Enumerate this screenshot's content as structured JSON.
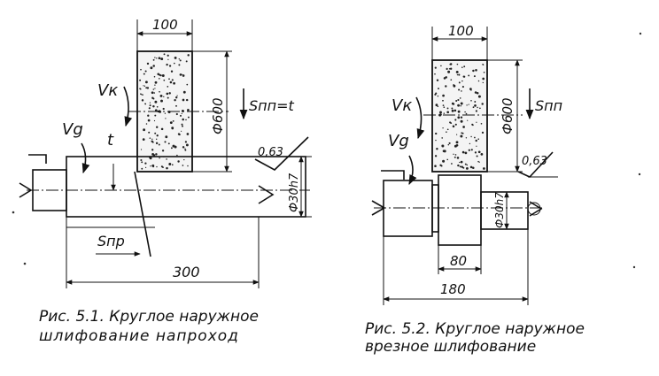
{
  "figure1": {
    "dim_width": "100",
    "dim_diameter": "Ф600",
    "speed_wheel": "Vк",
    "speed_part": "Vg",
    "depth": "t",
    "feed_cross": "Sпп=t",
    "roughness": "0,63",
    "part_diameter": "Ф30h7",
    "feed_long": "Sпр",
    "dim_length": "300",
    "caption_line1": "Рис. 5.1. Круглое наружное",
    "caption_line2": "шлифование напроход"
  },
  "figure2": {
    "dim_width": "100",
    "dim_diameter": "Ф600",
    "speed_wheel": "Vк",
    "speed_part": "Vg",
    "feed_cross": "Sпп",
    "roughness": "0,63",
    "part_diameter": "Ф30h7",
    "dim_step": "80",
    "dim_length": "180",
    "caption_line1": "Рис. 5.2. Круглое наружное",
    "caption_line2": "врезное шлифование"
  }
}
